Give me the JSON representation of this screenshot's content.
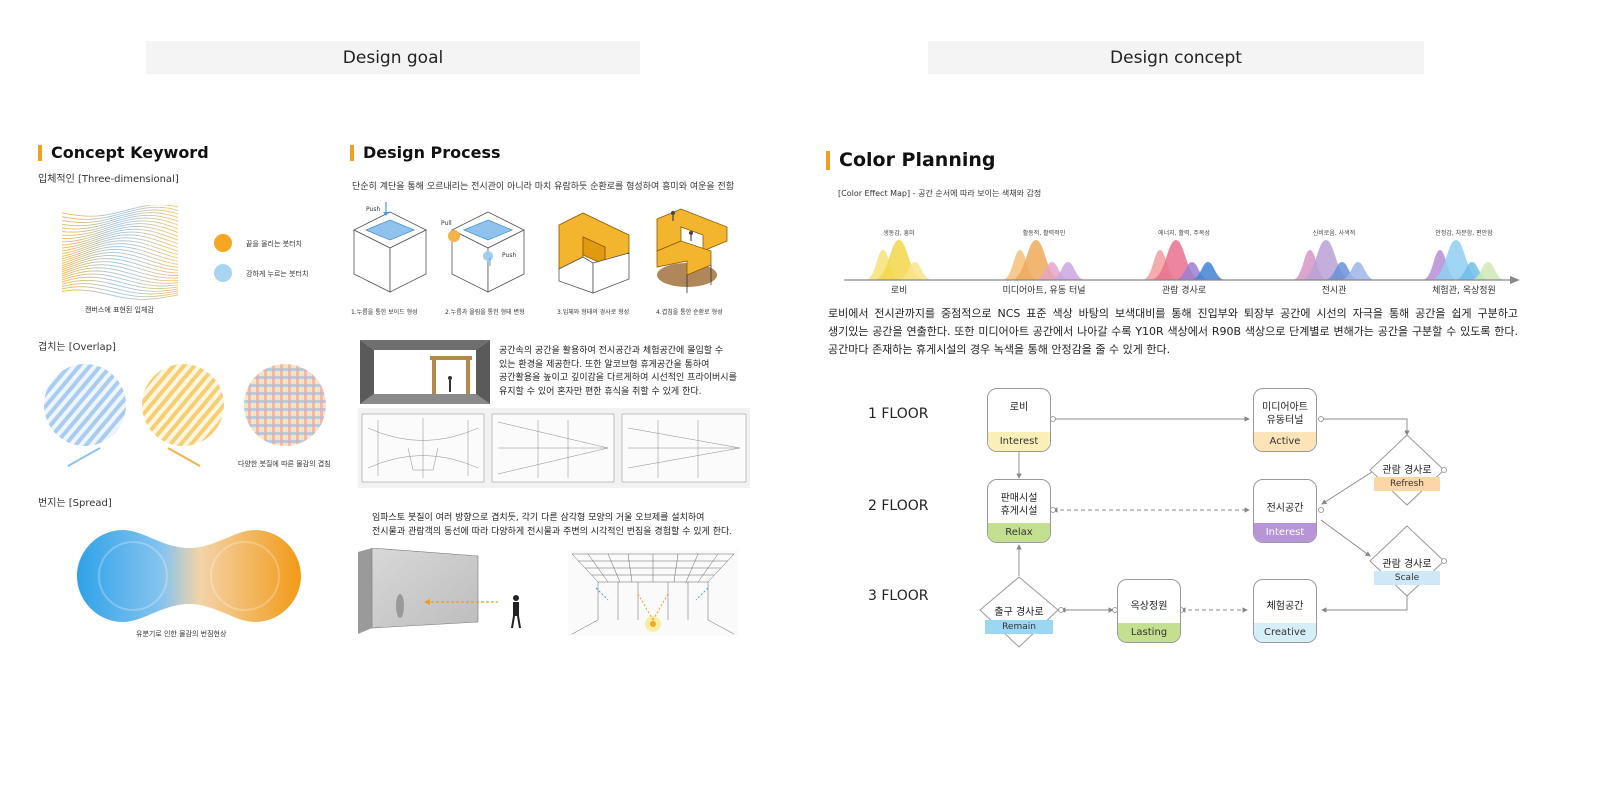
{
  "header": {
    "left_title": "Design goal",
    "right_title": "Design concept"
  },
  "concept_keyword": {
    "title": "Concept Keyword",
    "three_dim_label": "입체적인 [Three-dimensional]",
    "canvas_caption": "캔버스에 표현된 입체감",
    "legend_up": "끝을 올리는 붓터치",
    "legend_down": "강하게 누르는 붓터치",
    "legend_up_color": "#f5a623",
    "legend_down_color": "#a9d4f2",
    "overlap_label": "겹치는 [Overlap]",
    "overlap_caption": "다양한 붓질에 따른 물감의 겹침",
    "spread_label": "번지는 [Spread]",
    "spread_caption": "유분기로 인한 물감의 번짐현상"
  },
  "design_process": {
    "title": "Design Process",
    "intro": "단순히 계단을 통해 오르내리는 전시관이 아니라 마치 유람하듯 순환로를 형성하여 흥미와 여운을 전함",
    "push_label": "Push",
    "pull_label": "Pull",
    "step_captions": [
      "1.누름을 통한 보이드 형성",
      "2.누름과 올림을 통한 형태 변형",
      "3.입체와 형태의 경사로 형성",
      "4.겹침을 통한 순환로 형성"
    ],
    "para_space": [
      "공간속의 공간을 활용하여 전시공간과 체험공간에 몰입할 수",
      "있는 환경을 제공한다. 또한 알코브형 휴게공간을 통하여",
      "공간활용을 높이고 깊이감을 다르게하여 시선적인 프라이버시를",
      "유지할 수 있어 혼자만 편한 휴식을 취할 수 있게 한다."
    ],
    "para_impasto": [
      "임파스토 붓질이 여러 방향으로 겹치듯, 각기 다른 삼각형 모양의 거울 오브제를 설치하여",
      "전시물과 관람객의 동선에 따라 다양하게 전시물과 주변의 시각적인 번짐을 경험할 수 있게 한다."
    ]
  },
  "color_planning": {
    "title": "Color Planning",
    "map_caption": "[Color Effect Map] - 공간 순서에 따라 보이는 색채와 감정",
    "zones": [
      {
        "name": "로비",
        "emotion": "생동감, 흥미",
        "colors": [
          "#f6e27a",
          "#f3d64c",
          "#f8e58c"
        ]
      },
      {
        "name": "미디어아트, 유동 터널",
        "emotion": "활동적, 활력적인",
        "colors": [
          "#f6c07a",
          "#f0a95a",
          "#e8a3c8",
          "#c9a7e0"
        ]
      },
      {
        "name": "관람 경사로",
        "emotion": "에너지, 활력, 주목성",
        "colors": [
          "#f29e9e",
          "#e8708f",
          "#9c7fd0",
          "#3f83d6"
        ]
      },
      {
        "name": "전시관",
        "emotion": "신비로움, 사색적",
        "colors": [
          "#d695c6",
          "#b9a0d6",
          "#6a8fd8",
          "#9fb5e8"
        ]
      },
      {
        "name": "체험관, 옥상정원",
        "emotion": "안정감, 차분함, 편안함",
        "colors": [
          "#b58ed6",
          "#8fcff2",
          "#6fbde8",
          "#cfe8b4"
        ]
      }
    ],
    "paragraph": [
      "로비에서 전시관까지를 중점적으로 NCS 표준 색상 바탕의 보색대비를 통해 진입부와 퇴장부 공간에 시선의 자극을 통해 공간을 쉽게 구분하고",
      "생기있는 공간을 연출한다. 또한 미디어아트 공간에서 나아갈 수록 Y10R 색상에서 R90B 색상으로 단계별로 변해가는 공간을 구분할 수 있도록 한다.",
      "공간마다 존재하는 휴게시설의 경우 녹색을 통해 안정감을 줄 수 있게 한다."
    ],
    "floors": [
      "1 FLOOR",
      "2 FLOOR",
      "3 FLOOR"
    ],
    "nodes": {
      "lobby": {
        "label": "로비",
        "tag": "Interest",
        "color": "#fbefb8"
      },
      "media": {
        "label": "미디어아트\n유동터널",
        "tag": "Active",
        "color": "#fce3b8"
      },
      "ramp1": {
        "label": "관람 경사로",
        "tag": "Refresh",
        "color": "#fbd6a6"
      },
      "shop": {
        "label": "판매시설\n휴게시설",
        "tag": "Relax",
        "color": "#c3df8f"
      },
      "exhibit": {
        "label": "전시공간",
        "tag": "Interest",
        "color": "#b895d8"
      },
      "ramp2": {
        "label": "관람 경사로",
        "tag": "Scale",
        "color": "#cfe8f8"
      },
      "exit": {
        "label": "출구 경사로",
        "tag": "Remain",
        "color": "#9bd6f2"
      },
      "garden": {
        "label": "옥상정원",
        "tag": "Lasting",
        "color": "#c3df8f"
      },
      "experience": {
        "label": "체험공간",
        "tag": "Creative",
        "color": "#d6eef8"
      }
    }
  }
}
